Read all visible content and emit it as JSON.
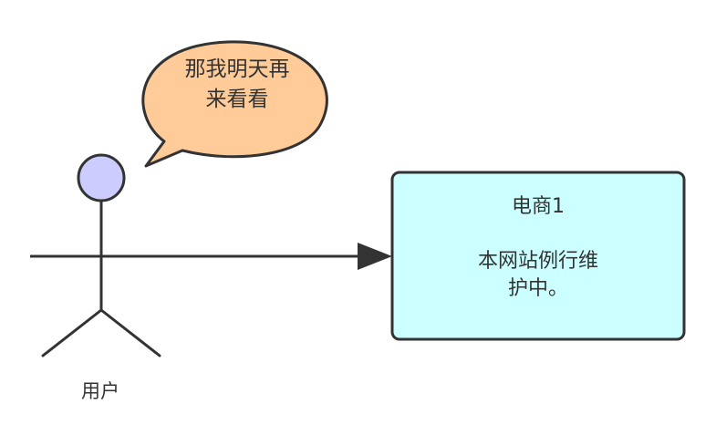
{
  "diagram": {
    "speech_bubble": {
      "lines": [
        "那我明天再",
        "来看看"
      ]
    },
    "actor": {
      "label": "用户"
    },
    "server_box": {
      "title": "电商1",
      "message_lines": [
        "本网站例行维",
        "护中。"
      ]
    }
  },
  "colors": {
    "bubble_fill": "#ffcc99",
    "head_fill": "#ccccff",
    "box_fill": "#ccffff",
    "stroke": "#333333"
  }
}
